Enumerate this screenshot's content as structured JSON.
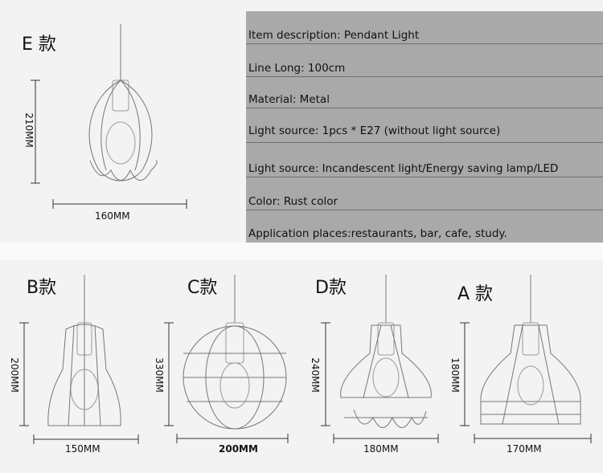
{
  "specs": {
    "item": "Item description: Pendant Light",
    "line": "Line Long: 100cm",
    "material": "Material: Metal",
    "source_count": "Light source: 1pcs * E27 (without light source)",
    "source_type": "Light source: Incandescent light/Energy saving lamp/LED",
    "color": "Color:  Rust color",
    "places": "Application places:restaurants, bar, cafe, study."
  },
  "models": {
    "e": {
      "label": "E 款",
      "height": "210MM",
      "width": "160MM"
    },
    "b": {
      "label": "B款",
      "height": "200MM",
      "width": "150MM"
    },
    "c": {
      "label": "C款",
      "height": "330MM",
      "width": "200MM"
    },
    "d": {
      "label": "D款",
      "height": "240MM",
      "width": "180MM"
    },
    "a": {
      "label": "A 款",
      "height": "180MM",
      "width": "170MM"
    }
  }
}
